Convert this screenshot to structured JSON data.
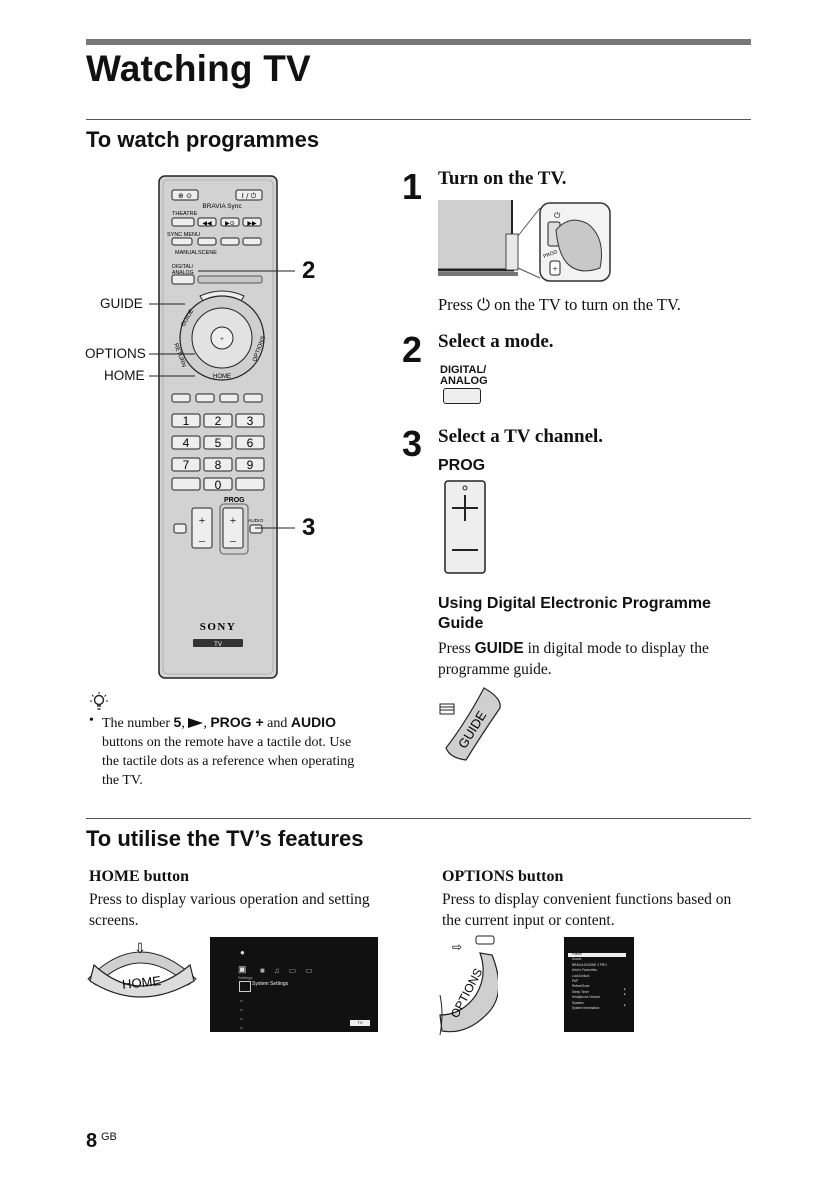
{
  "page_title": "Watching TV",
  "section1": {
    "heading": "To watch programmes",
    "callouts": {
      "guide": "GUIDE",
      "options": "OPTIONS",
      "home": "HOME",
      "num2": "2",
      "num3": "3"
    },
    "remote": {
      "bravia_sync": "BRAVIA Sync",
      "theatre": "THEATRE",
      "sync_menu": "SYNC MENU",
      "manual": "MANUAL",
      "scene": "SCENE",
      "digital": "DIGITAL/",
      "analog": "ANALOG",
      "guide": "GUIDE",
      "return": "RETURN",
      "options": "OPTIONS",
      "home": "HOME",
      "keys": [
        "1",
        "2",
        "3",
        "4",
        "5",
        "6",
        "7",
        "8",
        "9",
        "0"
      ],
      "prog": "PROG",
      "audio": "AUDIO",
      "brand": "SONY",
      "tv": "TV"
    },
    "steps": [
      {
        "num": "1",
        "title": "Turn on the TV.",
        "text_before": "Press",
        "text_after": "on the TV to turn on the TV.",
        "prog_tag": "PROG"
      },
      {
        "num": "2",
        "title": "Select a mode.",
        "btn_line1": "DIGITAL/",
        "btn_line2": "ANALOG"
      },
      {
        "num": "3",
        "title": "Select a TV channel.",
        "prog_label": "PROG"
      }
    ],
    "epg": {
      "heading": "Using Digital Electronic Programme Guide",
      "text_pre": "Press",
      "text_bold": "GUIDE",
      "text_post": "in digital mode to display the programme guide.",
      "btn_label": "GUIDE"
    },
    "tip": {
      "bullet": "•",
      "t1": "The number",
      "b1": "5",
      "t2": ",",
      "t3": ",",
      "b2": "PROG +",
      "t4": "and",
      "b3": "AUDIO",
      "t5": "buttons on the remote have a tactile dot. Use the tactile dots as a reference when operating the TV."
    }
  },
  "section2": {
    "heading": "To utilise the TV’s features",
    "home": {
      "title": "HOME button",
      "text": "Press to display various operation and setting screens.",
      "btn": "HOME",
      "menu_label": "System Settings",
      "settings_label": "Settings",
      "badge": "TV"
    },
    "options": {
      "title": "OPTIONS button",
      "text": "Press to display convenient functions based on the current input or content.",
      "btn": "OPTIONS",
      "menu_items": [
        "Picture",
        "Sound",
        "BRAVIA ENGINE 3 PRO",
        "Add to Favourites",
        "Lock/Unlock",
        "PAP",
        "Refine/Scan",
        "Sleep Timer",
        "Headphone Volume",
        "Speaker",
        "System Information"
      ]
    }
  },
  "footer": {
    "page_number": "8",
    "page_suffix": "GB"
  }
}
